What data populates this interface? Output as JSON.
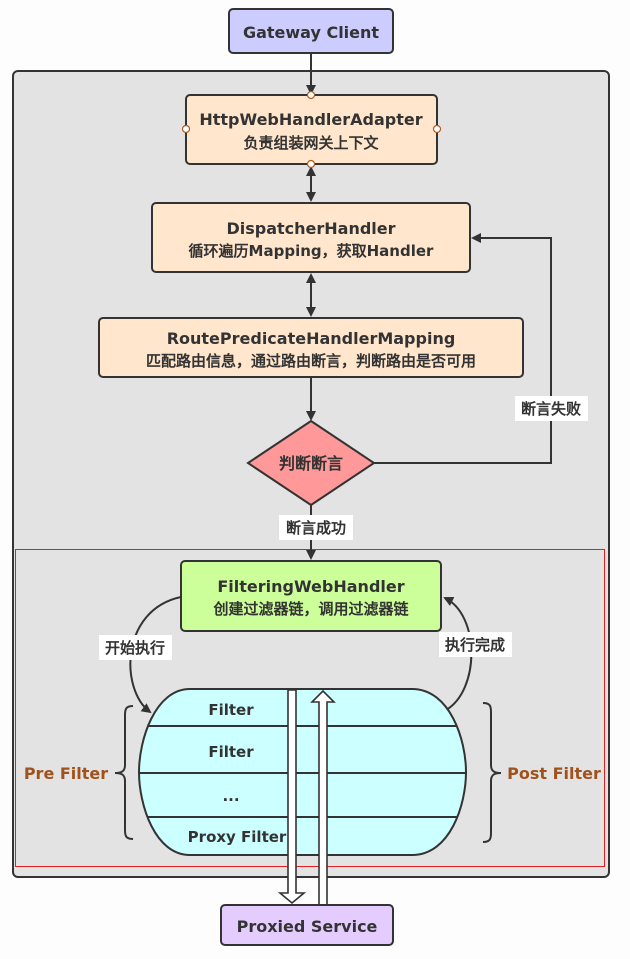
{
  "nodes": {
    "gateway_client": {
      "title": "Gateway Client",
      "fill": "#ccccff"
    },
    "http_adapter": {
      "title": "HttpWebHandlerAdapter",
      "subtitle": "负责组装网关上下文",
      "fill": "#ffe6cc"
    },
    "dispatcher": {
      "title": "DispatcherHandler",
      "subtitle": "循环遍历Mapping，获取Handler",
      "fill": "#ffe6cc"
    },
    "route_mapping": {
      "title": "RoutePredicateHandlerMapping",
      "subtitle": "匹配路由信息，通过路由断言，判断路由是否可用",
      "fill": "#ffe6cc"
    },
    "decision": {
      "title": "判断断言",
      "fill": "#ff9999"
    },
    "filtering_handler": {
      "title": "FilteringWebHandler",
      "subtitle": "创建过滤器链，调用过滤器链",
      "fill": "#ccff99"
    },
    "proxied_service": {
      "title": "Proxied Service",
      "fill": "#e5ccff"
    }
  },
  "filter_chain": {
    "fill": "#ccffff",
    "items": [
      "Filter",
      "Filter",
      "...",
      "Proxy Filter"
    ]
  },
  "edge_labels": {
    "assert_fail": "断言失败",
    "assert_success": "断言成功",
    "start_exec": "开始执行",
    "exec_done": "执行完成"
  },
  "braces": {
    "pre": "Pre Filter",
    "post": "Post Filter",
    "color": "#a0521c"
  },
  "containers": {
    "gateway_fill": "#e3e3e3",
    "filter_group_stroke": "#e02020"
  }
}
